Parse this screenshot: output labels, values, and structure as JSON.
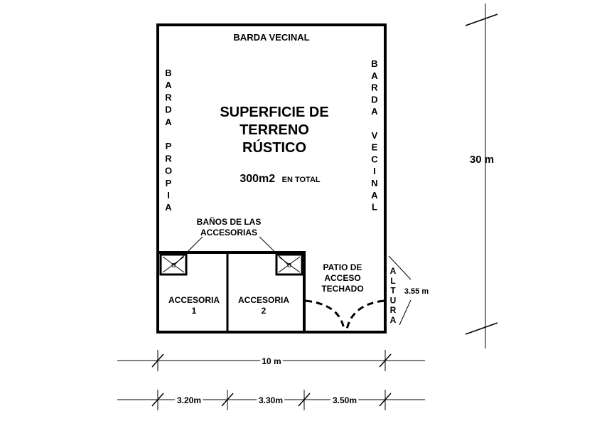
{
  "plan": {
    "top_wall": "BARDA VECINAL",
    "left_wall_letters": [
      "B",
      "A",
      "R",
      "D",
      "A",
      "",
      "P",
      "R",
      "O",
      "P",
      "I",
      "A"
    ],
    "right_wall_letters": [
      "B",
      "A",
      "R",
      "D",
      "A",
      "",
      "V",
      "E",
      "C",
      "I",
      "N",
      "A",
      "L"
    ],
    "title_lines": [
      "SUPERFICIE DE",
      "TERRENO",
      "RÚSTICO"
    ],
    "area_value": "300m2",
    "area_suffix": "EN TOTAL",
    "bathrooms_lines": [
      "BAÑOS DE LAS",
      "ACCESORIAS"
    ],
    "room1_lines": [
      "ACCESORIA",
      "1"
    ],
    "room2_lines": [
      "ACCESORIA",
      "2"
    ],
    "patio_lines": [
      "PATIO DE",
      "ACCESO",
      "TECHADO"
    ],
    "altura_letters": [
      "A",
      "L",
      "T",
      "U",
      "R",
      "A"
    ],
    "altura_value": "3.55 m",
    "toilet_symbol": "o"
  },
  "dimensions": {
    "height": "30 m",
    "width": "10 m",
    "seg1": "3.20m",
    "seg2": "3.30m",
    "seg3": "3.50m"
  }
}
